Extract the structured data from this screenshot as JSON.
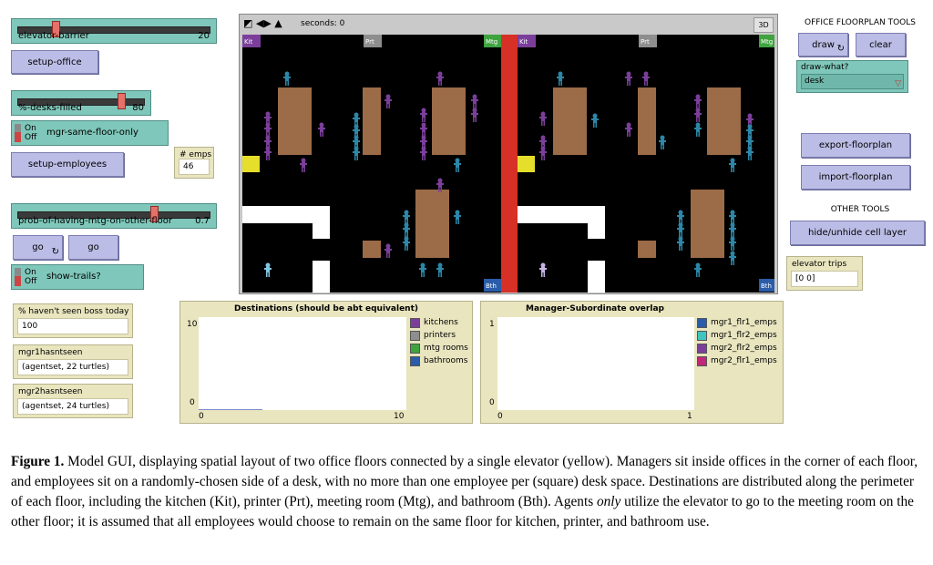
{
  "colors": {
    "slider": "#7fc7ba",
    "button": "#bcbde6",
    "monitor": "#e8e5bf",
    "elevator_shaft": "#d73027",
    "elevator": "#e5de2a",
    "desk": "#9c6b47",
    "manager": "#7b3f9b",
    "employee": "#2c87a8"
  },
  "sliders": {
    "elevator_barrier": {
      "label": "elevator-barrier",
      "value": "20",
      "fraction": 0.2
    },
    "desks_filled": {
      "label": "%-desks-filled",
      "value": "80",
      "fraction": 0.8
    },
    "mtg_prob": {
      "label": "prob-of-having-mtg-on-other-floor",
      "value": "0.7",
      "fraction": 0.7
    }
  },
  "buttons": {
    "setup_office": "setup-office",
    "setup_employees": "setup-employees",
    "go_forever": "go",
    "go_once": "go",
    "draw": "draw",
    "clear": "clear",
    "export": "export-floorplan",
    "import": "import-floorplan",
    "hide_cells": "hide/unhide cell layer"
  },
  "switches": {
    "mgr_same_floor": {
      "on": "On",
      "off": "Off",
      "label": "mgr-same-floor-only"
    },
    "show_trails": {
      "on": "On",
      "off": "Off",
      "label": "show-trails?"
    }
  },
  "monitors": {
    "emps": {
      "label": "# emps",
      "value": "46"
    },
    "boss": {
      "label": "% haven't seen boss today",
      "value": "100"
    },
    "mgr1": {
      "label": "mgr1hasntseen",
      "value": "(agentset, 22 turtles)"
    },
    "mgr2": {
      "label": "mgr2hasntseen",
      "value": "(agentset, 24 turtles)"
    },
    "elevator_trips": {
      "label": "elevator trips",
      "value": "[0 0]"
    }
  },
  "tools": {
    "floorplan_header": "OFFICE FLOORPLAN TOOLS",
    "chooser_label": "draw-what?",
    "chooser_value": "desk",
    "other_header": "OTHER TOOLS"
  },
  "view": {
    "ticks_label": "seconds: 0",
    "three_d": "3D",
    "floor1": {
      "kit": "Kit",
      "prt": "Prt",
      "mtg": "Mtg",
      "bth": "Bth"
    },
    "floor2": {
      "kit": "Kit",
      "prt": "Prt",
      "mtg": "Mtg",
      "bth": "Bth"
    }
  },
  "plots": {
    "destinations": {
      "title": "Destinations (should be abt equivalent)",
      "y_max": "10",
      "y_min": "0",
      "x_min": "0",
      "x_max": "10",
      "legend": [
        {
          "name": "kitchens",
          "color": "#7b3f9b"
        },
        {
          "name": "printers",
          "color": "#8e8e8e"
        },
        {
          "name": "mtg rooms",
          "color": "#3fa33f"
        },
        {
          "name": "bathrooms",
          "color": "#2a5caa"
        }
      ]
    },
    "overlap": {
      "title": "Manager-Subordinate overlap",
      "y_max": "1",
      "y_min": "0",
      "x_min": "0",
      "x_max": "1",
      "legend": [
        {
          "name": "mgr1_flr1_emps",
          "color": "#2a5caa"
        },
        {
          "name": "mgr1_flr2_emps",
          "color": "#3fc4c0"
        },
        {
          "name": "mgr2_flr2_emps",
          "color": "#7b3f9b"
        },
        {
          "name": "mgr2_flr1_emps",
          "color": "#c0287a"
        }
      ]
    }
  },
  "caption": {
    "label": "Figure 1.",
    "text_before": " Model GUI, displaying spatial layout of two office floors connected by a single elevator (yellow). Managers sit inside offices in the corner of each floor, and employees sit on a randomly-chosen side of a desk, with no more than one employee per (square) desk space. Destinations are distributed along the perimeter of each floor, including the kitchen (Kit), printer (Prt), meeting room (Mtg), and bathroom (Bth). Agents ",
    "emph": "only",
    "text_after": " utilize the elevator to go to the meeting room on the other floor; it is assumed that all employees would choose to remain on the same floor for kitchen, printer, and bathroom use."
  }
}
